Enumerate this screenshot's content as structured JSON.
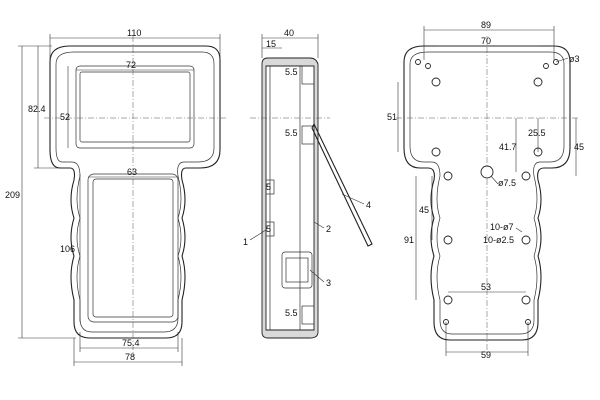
{
  "front_view": {
    "dims": {
      "overall_width": "110",
      "overall_height": "209",
      "top_height": "82.4",
      "window_top_width": "72",
      "window_top_height": "52",
      "window_bottom_width": "63",
      "window_bottom_height": "106",
      "bottom_inner_width": "75.4",
      "bottom_outer_width": "78"
    }
  },
  "side_view": {
    "dims": {
      "depth": "40",
      "offset": "15",
      "boss_1": "5.5",
      "boss_2": "5.5",
      "boss_3": "5.5",
      "small_1": "5",
      "small_2": "5"
    },
    "callouts": [
      "1",
      "2",
      "3",
      "4"
    ]
  },
  "back_view": {
    "dims": {
      "top_outer_width": "89",
      "top_inner_width": "70",
      "corner_hole": "ø3",
      "top_hole_height": "51",
      "center_height": "41.7",
      "right_offset": "25.5",
      "right_height": "45",
      "center_hole": "ø7.5",
      "lower_spacing": "45",
      "lower_height": "91",
      "hole_a": "10-ø7",
      "hole_b": "10-ø2.5",
      "bottom_inner_width": "53",
      "bottom_outer_width": "59"
    }
  },
  "colors": {
    "line": "#222222",
    "section_fill": "#d9d9d9",
    "background": "#ffffff"
  }
}
